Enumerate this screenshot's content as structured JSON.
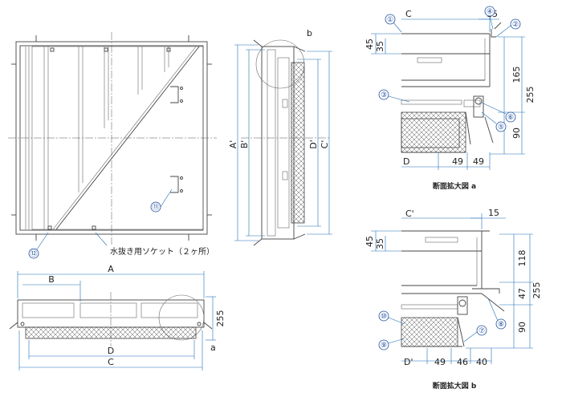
{
  "dims": {
    "A": "A",
    "B": "B",
    "C": "C",
    "D": "D",
    "A_prime": "A'",
    "B_prime": "B'",
    "C_prime": "C'",
    "D_prime": "D'",
    "h255": "255",
    "top_C": "C",
    "top_15": "15",
    "top_45": "45",
    "top_35": "35",
    "top_165": "165",
    "top_255": "255",
    "top_90": "90",
    "top_D": "D",
    "top_49a": "49",
    "top_49b": "49",
    "bot_C": "C'",
    "bot_15": "15",
    "bot_45": "45",
    "bot_35": "35",
    "bot_118": "118",
    "bot_47": "47",
    "bot_255": "255",
    "bot_90": "90",
    "bot_D": "D'",
    "bot_49": "49",
    "bot_46": "46",
    "bot_40": "40"
  },
  "labels": {
    "a": "a",
    "b": "b",
    "socket_note": "水抜き用ソケット（２ヶ所）",
    "detail_a_caption": "断面拡大図 a",
    "detail_b_caption": "断面拡大図 b"
  },
  "callouts": {
    "c1": "①",
    "c2": "②",
    "c3": "③",
    "c4": "④",
    "c5": "⑤",
    "c6": "⑥",
    "c7": "⑦",
    "c8": "⑧",
    "c9": "⑨",
    "c10": "⑩",
    "c11": "⑪",
    "c12": "⑫"
  }
}
